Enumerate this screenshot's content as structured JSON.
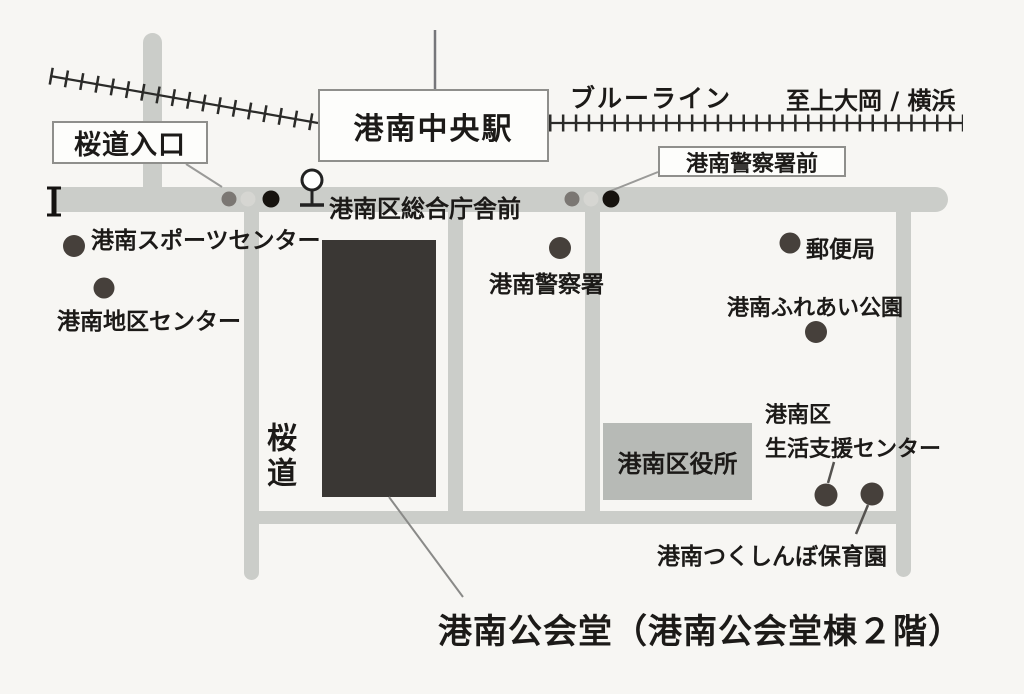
{
  "map_title": "港南公会堂（港南公会堂棟２階）",
  "station": {
    "name": "港南中央駅"
  },
  "railway": {
    "line_name": "ブルーライン",
    "direction_label": "至上大岡 / 横浜"
  },
  "bus_stops": {
    "sogochosha_mae": "港南区総合庁舎前",
    "keisatsusho_mae": "港南警察署前"
  },
  "streets": {
    "sakuramichi_entrance": "桜道入口",
    "sakuramichi": "桜道"
  },
  "landmarks": {
    "sports_center": "港南スポーツセンター",
    "district_center": "港南地区センター",
    "police_station": "港南警察署",
    "post_office": "郵便局",
    "fureai_park": "港南ふれあい公園",
    "ward_office": "港南区役所",
    "support_center_line1": "港南区",
    "support_center_line2": "生活支援センター",
    "nursery": "港南つくしんぼ保育園"
  },
  "colors": {
    "background": "#f7f6f3",
    "road": "#cbcdc9",
    "building": "#3a3734",
    "ward_office_box": "#b7bab6",
    "landmark_dot": "#46403b",
    "bus_dot_gray": "#7b7773",
    "bus_dot_light": "#d6d6d2",
    "bus_dot_black": "#17130f",
    "railway": "#2b2b29"
  }
}
